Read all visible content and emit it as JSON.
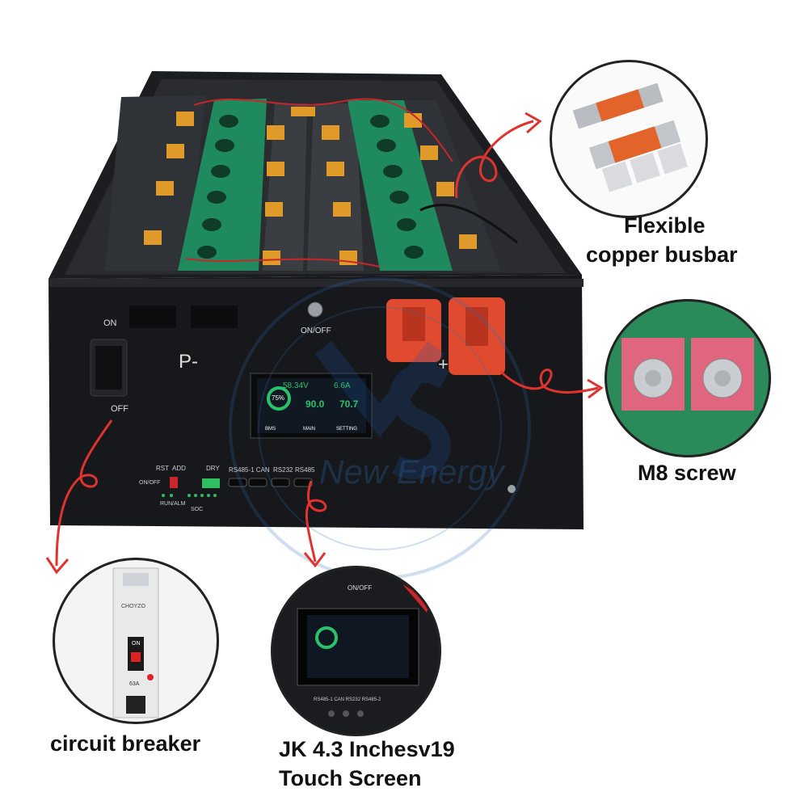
{
  "watermark": {
    "brand": "New Energy"
  },
  "cabinet": {
    "switch_on": "ON",
    "switch_off": "OFF",
    "neg_terminal": "P-",
    "pos_terminal": "+",
    "onoff_button": "ON/OFF",
    "ports": [
      "RST",
      "ADD",
      "DRY",
      "RS485-1 CAN",
      "RS232",
      "RS485"
    ],
    "indicators": [
      "ON/OFF",
      "RUN/ALM",
      "SOC"
    ]
  },
  "screen": {
    "soc": "75%",
    "voltage": "58.34V",
    "current": "6.6A",
    "big_left": "90.0",
    "big_right": "70.7",
    "buttons": [
      "BMS",
      "MAIN",
      "SETTING"
    ]
  },
  "callouts": {
    "busbar": {
      "line1": "Flexible",
      "line2": "copper busbar"
    },
    "screw": {
      "label": "M8 screw"
    },
    "breaker": {
      "label": "circuit breaker",
      "brand": "CHOYZO",
      "on": "ON",
      "rating": "63A"
    },
    "touch": {
      "line1": "JK 4.3 Inchesv19",
      "line2": "Touch Screen",
      "onoff": "ON/OFF",
      "ports": "RS485-1 CAN RS232 RS485-2"
    }
  },
  "colors": {
    "arrow": "#e0332f",
    "cabinet": "#16181b",
    "pcb": "#1f8a5e",
    "terminal": "#e04a2f"
  }
}
